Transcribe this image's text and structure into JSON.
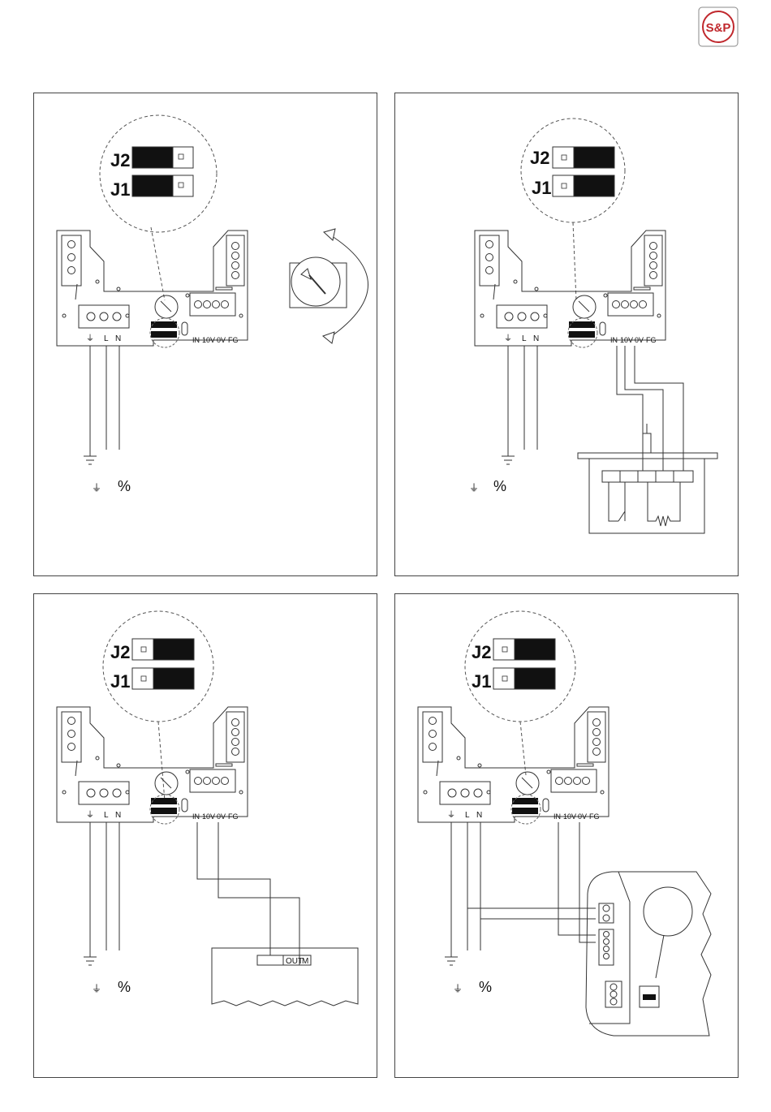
{
  "brand": {
    "logo_text": "S&P"
  },
  "jumper_labels": {
    "j2": "J2",
    "j1": "J1"
  },
  "mains_labels": {
    "earth": "⏚",
    "live": "L",
    "neutral": "N"
  },
  "signal_terminals": {
    "in": "IN",
    "v10": "10V",
    "v0": "0V",
    "fg": "FG"
  },
  "legend": {
    "earth_symbol": "⏚",
    "percent_symbol": "%"
  },
  "panels": [
    {
      "id": "panel-1",
      "jumpers": {
        "j2": "left",
        "j1": "left"
      }
    },
    {
      "id": "panel-2",
      "jumpers": {
        "j2": "right",
        "j1": "right"
      }
    },
    {
      "id": "panel-3",
      "jumpers": {
        "j2": "right",
        "j1": "right"
      },
      "output_labels": {
        "out": "OUT",
        "m": "M"
      }
    },
    {
      "id": "panel-4",
      "jumpers": {
        "j2": "right",
        "j1": "right"
      }
    }
  ]
}
